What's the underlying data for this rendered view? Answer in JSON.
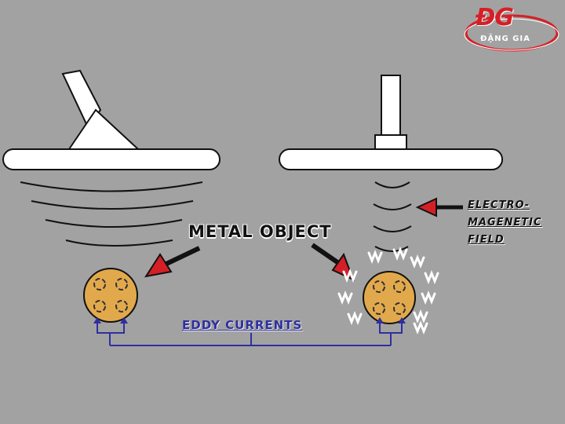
{
  "labels": {
    "metal_object": "METAL OBJECT",
    "eddy_currents": "EDDY CURRENTS",
    "field_line1": "ELECTRO-",
    "field_line2": "MAGENETIC",
    "field_line3": "FIELD"
  },
  "logo": {
    "main": "ĐG",
    "sub": "ĐẶNG GIA"
  },
  "colors": {
    "background": "#a2a2a2",
    "coil": "#ffffff",
    "object": "#e2a94c",
    "arrow_head": "#d51f26",
    "eddy_current": "#2f2fa0",
    "brand": "#d51f26"
  },
  "icons": {
    "detector_left": "angled-search-coil-icon",
    "detector_right": "vertical-search-coil-icon",
    "eddy": "circular-arrow-icon"
  }
}
